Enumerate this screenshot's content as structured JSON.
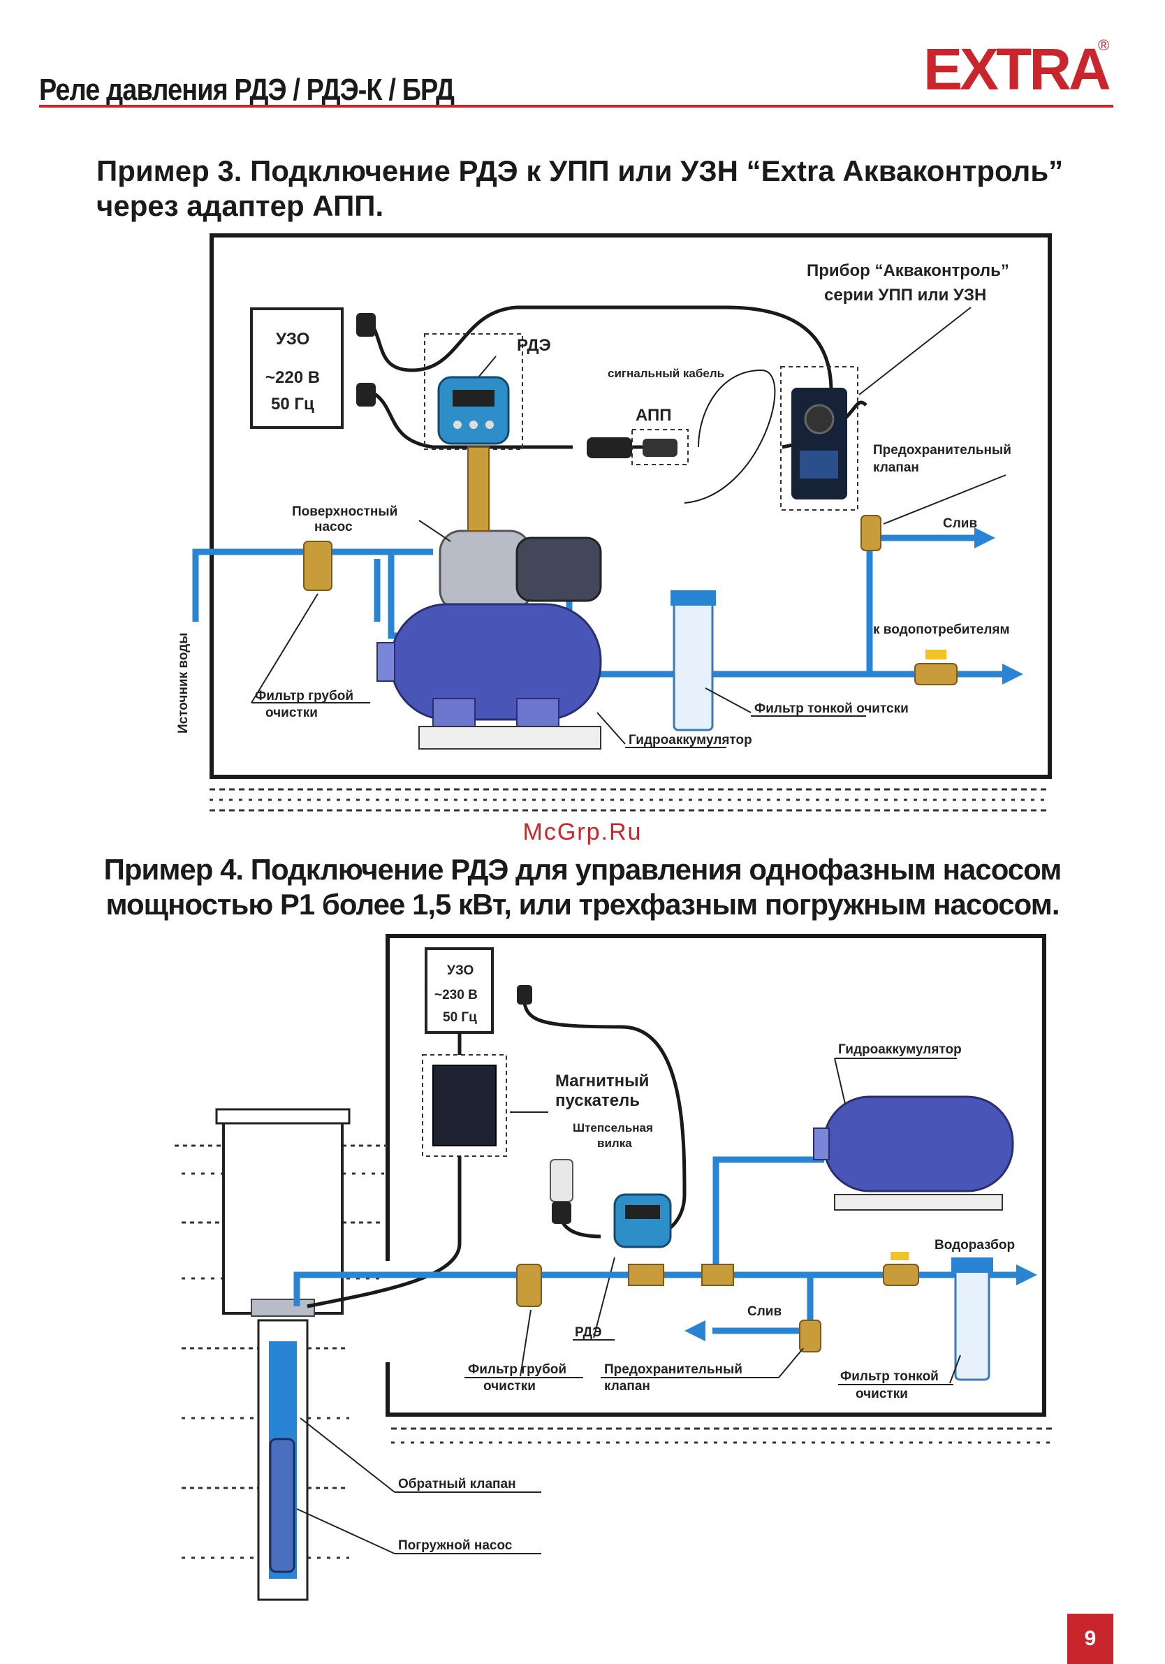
{
  "header": {
    "title": "Реле давления РДЭ / РДЭ-К / БРД",
    "logo_text": "EXTRA",
    "logo_mark": "®"
  },
  "example3": {
    "title_line1": "Пример 3. Подключение РДЭ к УПП или УЗН “Extra Акваконтроль”",
    "title_line2": "через адаптер АПП.",
    "labels": {
      "uzo": "УЗО",
      "voltage": "~220 В",
      "freq": "50 Гц",
      "rde": "РДЭ",
      "signal_cable": "сигнальный кабель",
      "app": "АПП",
      "device_line1": "Прибор “Акваконтроль”",
      "device_line2": "серии УПП или УЗН",
      "safety_valve_line1": "Предохранительный",
      "safety_valve_line2": "клапан",
      "pump_line1": "Поверхностный",
      "pump_line2": "насос",
      "drain": "Слив",
      "to_consumers": "к водопотребителям",
      "water_source": "Источник воды",
      "coarse_filter_line1": "Фильтр грубой",
      "coarse_filter_line2": "очистки",
      "fine_filter": "Фильтр тонкой очитски",
      "accumulator": "Гидроаккумулятор"
    }
  },
  "watermark": "McGrp.Ru",
  "example4": {
    "title_line1": "Пример 4. Подключение РДЭ для управления однофазным насосом",
    "title_line2": "мощностью Р1 более 1,5 кВт, или трехфазным погружным насосом.",
    "labels": {
      "uzo": "УЗО",
      "voltage": "~230 В",
      "freq": "50 Гц",
      "starter_line1": "Магнитный",
      "starter_line2": "пускатель",
      "plug_line1": "Штепсельная",
      "plug_line2": "вилка",
      "accumulator": "Гидроаккумулятор",
      "water_outlet": "Водоразбор",
      "drain": "Слив",
      "rde": "РДЭ",
      "coarse_filter_line1": "Фильтр грубой",
      "coarse_filter_line2": "очистки",
      "safety_valve_line1": "Предохранительный",
      "safety_valve_line2": "клапан",
      "fine_filter_line1": "Фильтр тонкой",
      "fine_filter_line2": "очистки",
      "check_valve": "Обратный клапан",
      "submersible_pump": "Погружной насос"
    }
  },
  "page_number": "9",
  "colors": {
    "accent": "#c8262c",
    "pipe": "#2a84d4",
    "tank": "#4a55b8"
  }
}
